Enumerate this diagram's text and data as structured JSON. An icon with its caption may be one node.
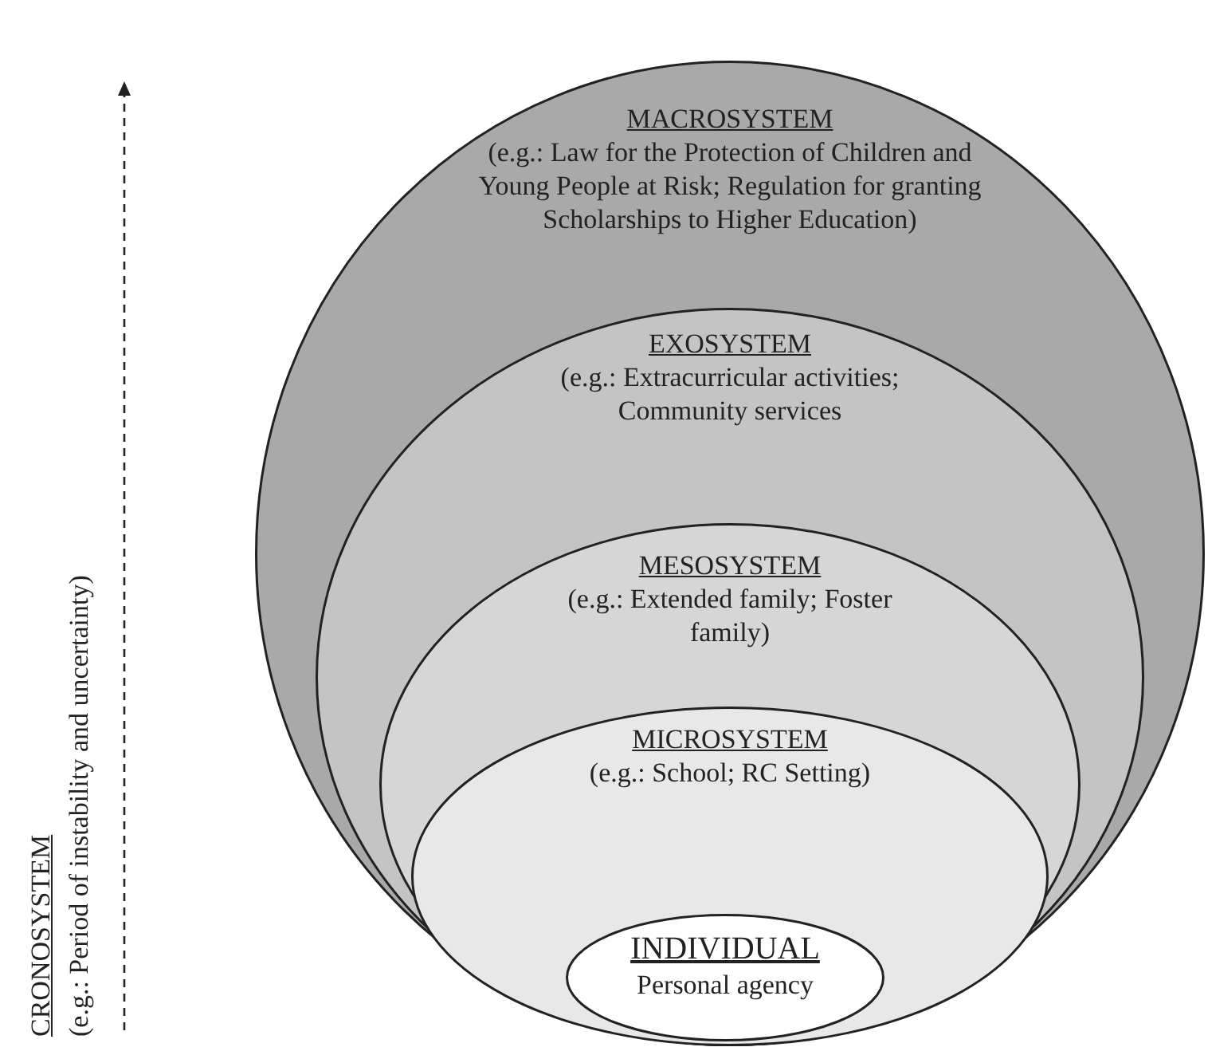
{
  "diagram": {
    "nodes": [
      {
        "text": [
          "MACROSYSTEM",
          "(e.g.: Law for the Protection of Children and Young People at Risk; Regulation for granting Scholarships to Higher Education)"
        ]
      },
      {
        "text": [
          "EXOSYSTEM",
          "(e.g.: Extracurricular activities; Community services"
        ],
        "in": 0
      },
      {
        "text": [
          "MESOSYSTEM",
          "(e.g.: Extended family; Foster family)"
        ],
        "in": 1
      },
      {
        "text": [
          "MICROSYSTEM",
          "(e.g.: School; RC Setting)"
        ],
        "in": 2
      },
      {
        "text": [
          "INDIVIDUAL",
          "Personal agency"
        ],
        "in": 3
      }
    ],
    "edges": [],
    "labels": [
      "CRONOSYSTEM",
      "(e.g.: Period of instability and uncertainty)"
    ]
  }
}
